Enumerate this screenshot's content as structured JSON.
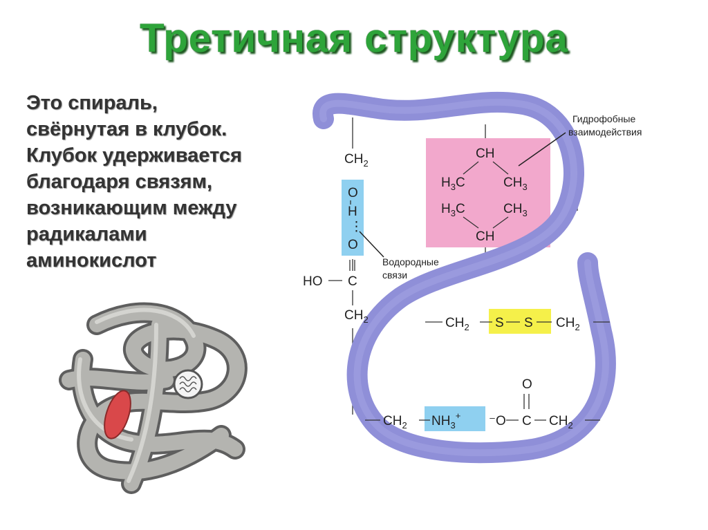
{
  "title": "Третичная структура",
  "description": [
    "Это спираль,",
    "свёрнутая в клубок.",
    "Клубок удерживается",
    "благодаря связям,",
    "возникающим между",
    "радикалами",
    "аминокислот"
  ],
  "labels": {
    "hydrophobic": [
      "Гидрофобные",
      "взаимодействия"
    ],
    "hydrogen": [
      "Водородные",
      "связи"
    ]
  },
  "chem": {
    "ch2": "CH",
    "two": "2",
    "three": "3",
    "o": "O",
    "h": "H",
    "c": "C",
    "ho": "HO",
    "ch": "CH",
    "h_ch3_left": "H",
    "c_letter": "C",
    "s": "S",
    "nh": "NH",
    "plus": "+",
    "minus_o": "⁻O",
    "dash": "—"
  },
  "colors": {
    "title_green": "#2ea43a",
    "backbone": "#8f8fd8",
    "hydrophobic_box": "#f2a8cc",
    "hbond_box": "#8fd0f0",
    "disulfide_box": "#f5f04a",
    "ionic_box": "#8fd0f0"
  }
}
